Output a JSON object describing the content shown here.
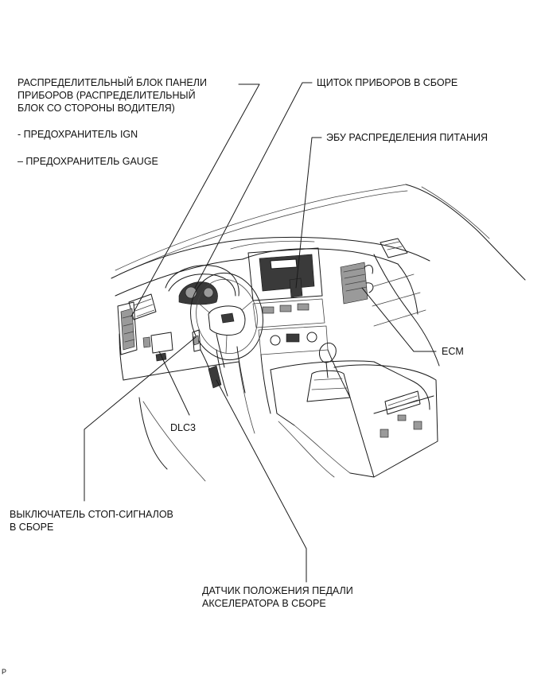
{
  "labels": {
    "junction_block_line1": "РАСПРЕДЕЛИТЕЛЬНЫЙ БЛОК ПАНЕЛИ",
    "junction_block_line2": "ПРИБОРОВ (РАСПРЕДЕЛИТЕЛЬНЫЙ",
    "junction_block_line3": "БЛОК СО СТОРОНЫ ВОДИТЕЛЯ)",
    "fuse_ign": "- ПРЕДОХРАНИТЕЛЬ IGN",
    "fuse_gauge": "– ПРЕДОХРАНИТЕЛЬ GAUGE",
    "combination_meter": "ЩИТОК ПРИБОРОВ В СБОРЕ",
    "power_management_ecu": "ЭБУ РАСПРЕДЕЛЕНИЯ ПИТАНИЯ",
    "ecm": "ECM",
    "dlc3": "DLC3",
    "stop_light_switch_line1": "ВЫКЛЮЧАТЕЛЬ СТОП-СИГНАЛОВ",
    "stop_light_switch_line2": "В СБОРЕ",
    "accel_pedal_sensor_line1": "ДАТЧИК ПОЛОЖЕНИЯ ПЕДАЛИ",
    "accel_pedal_sensor_line2": "АКСЕЛЕРАТОРА В СБОРЕ",
    "corner_mark": "P"
  }
}
